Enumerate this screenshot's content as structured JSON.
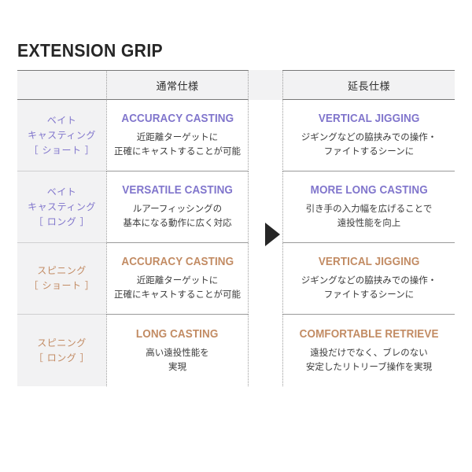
{
  "page": {
    "title": "EXTENSION GRIP",
    "background": "#ffffff"
  },
  "colors": {
    "purple": "#8075cc",
    "tan": "#c28b63",
    "title": "#262626",
    "label_bg": "#f2f2f3",
    "rule": "#777777"
  },
  "table": {
    "headers": {
      "label_col": "",
      "normal": "通常仕様",
      "arrow_col": "",
      "extension": "延長仕様"
    },
    "arrow_icon": "right-triangle-arrow",
    "rows": [
      {
        "label": "ベイト\nキャスティング\n［ショート］",
        "label_lines": [
          "ベイト",
          "キャスティング",
          "［ ショート ］"
        ],
        "theme": "purple",
        "normal": {
          "title": "ACCURACY CASTING",
          "desc_lines": [
            "近距離ターゲットに",
            "正確にキャストすることが可能"
          ]
        },
        "extension": {
          "title": "VERTICAL JIGGING",
          "desc_lines": [
            "ジギングなどの脇挟みでの操作・",
            "ファイトするシーンに"
          ]
        }
      },
      {
        "label": "ベイト\nキャスティング\n［ロング］",
        "label_lines": [
          "ベイト",
          "キャスティング",
          "［ ロング ］"
        ],
        "theme": "purple",
        "normal": {
          "title": "VERSATILE CASTING",
          "desc_lines": [
            "ルアーフィッシングの",
            "基本になる動作に広く対応"
          ]
        },
        "extension": {
          "title": "MORE LONG CASTING",
          "desc_lines": [
            "引き手の入力幅を広げることで",
            "遠投性能を向上"
          ]
        }
      },
      {
        "label": "スピニング\n［ショート］",
        "label_lines": [
          "スピニング",
          "［ ショート ］"
        ],
        "theme": "tan",
        "normal": {
          "title": "ACCURACY CASTING",
          "desc_lines": [
            "近距離ターゲットに",
            "正確にキャストすることが可能"
          ]
        },
        "extension": {
          "title": "VERTICAL JIGGING",
          "desc_lines": [
            "ジギングなどの脇挟みでの操作・",
            "ファイトするシーンに"
          ]
        }
      },
      {
        "label": "スピニング\n［ロング］",
        "label_lines": [
          "スピニング",
          "［ ロング ］"
        ],
        "theme": "tan",
        "normal": {
          "title": "LONG CASTING",
          "desc_lines": [
            "高い遠投性能を",
            "実現"
          ]
        },
        "extension": {
          "title": "COMFORTABLE RETRIEVE",
          "desc_lines": [
            "遠投だけでなく、ブレのない",
            "安定したリトリーブ操作を実現"
          ]
        }
      }
    ]
  }
}
